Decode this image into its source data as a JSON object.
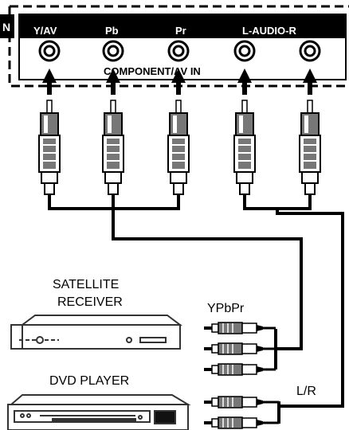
{
  "panel": {
    "edge_letter": "N",
    "label": "COMPONENT/AV IN",
    "ports": [
      {
        "label": "Y/AV"
      },
      {
        "label": "Pb"
      },
      {
        "label": "Pr"
      },
      {
        "label": "L-AUDIO-R"
      }
    ]
  },
  "devices": {
    "satellite_line1": "SATELLITE",
    "satellite_line2": "RECEIVER",
    "dvd": "DVD PLAYER"
  },
  "cables": {
    "ypbpr": "YPbPr",
    "lr": "L/R"
  },
  "colors": {
    "panel_bg": "#ffffff",
    "strip": "#000000",
    "cable": "#000000",
    "plug_shell": "#6e6e6e",
    "plug_light": "#ffffff",
    "device_outline": "#333333"
  }
}
